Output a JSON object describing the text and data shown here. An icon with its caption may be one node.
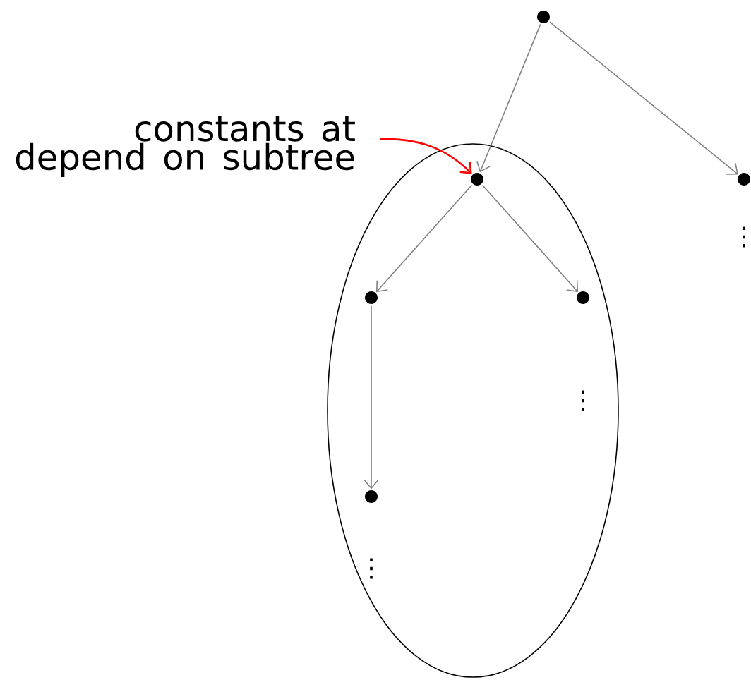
{
  "diagram": {
    "nodes": [
      {
        "text": [],
        "shape": "circle"
      },
      {
        "text": [
          "constants at depend on subtree"
        ]
      },
      {
        "text": [],
        "shape": "ellipse"
      },
      {
        "text": [],
        "shape": "circle",
        "in": 2
      },
      {
        "text": [],
        "shape": "circle"
      },
      {
        "text": [],
        "shape": "circle",
        "in": 2
      },
      {
        "text": [],
        "shape": "circle",
        "in": 2
      },
      {
        "text": [],
        "shape": "circle",
        "in": 2
      }
    ],
    "edges": [
      {
        "from": 0,
        "to": 3,
        "arrow": "to"
      },
      {
        "from": 0,
        "to": 4,
        "arrow": "to"
      },
      {
        "from": 3,
        "to": 5,
        "arrow": "to"
      },
      {
        "from": 3,
        "to": 6,
        "arrow": "to"
      },
      {
        "from": 5,
        "to": 7,
        "arrow": "to"
      },
      {
        "from": 1,
        "to": 3,
        "arrow": "to",
        "color": "#ff0000"
      }
    ],
    "labels": [
      "⋮",
      "⋮",
      "⋮"
    ]
  }
}
